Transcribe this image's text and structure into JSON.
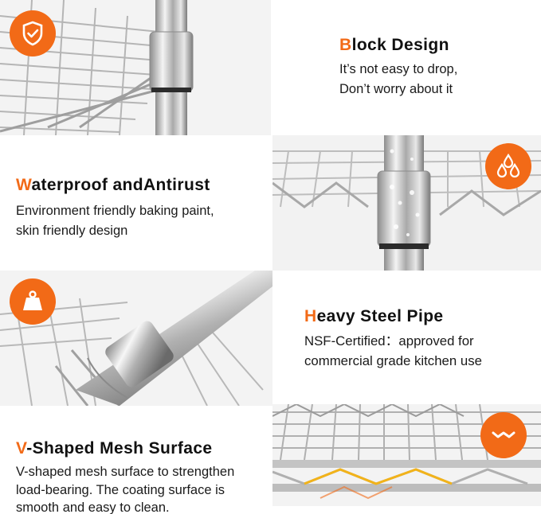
{
  "features": [
    {
      "title_first": "B",
      "title_rest": "lock Design",
      "desc": "It’s not easy to drop,\nDon’t worry about it",
      "icon": "shield-icon"
    },
    {
      "title_first": "W",
      "title_rest": "aterproof andAntirust",
      "desc": "Environment friendly baking paint,\nskin friendly design",
      "icon": "water-drops-icon"
    },
    {
      "title_first": "H",
      "title_rest": "eavy Steel Pipe",
      "desc": "NSF-Certified：approved for\ncommercial grade kitchen use",
      "icon": "weight-icon"
    },
    {
      "title_first": "V",
      "title_rest": "-Shaped Mesh Surface",
      "desc": "V-shaped mesh surface to strengthen\nload-bearing. The coating surface is\nsmooth and easy to clean.",
      "icon": "wave-icon"
    }
  ],
  "colors": {
    "accent": "#f26a17",
    "text": "#111111"
  }
}
